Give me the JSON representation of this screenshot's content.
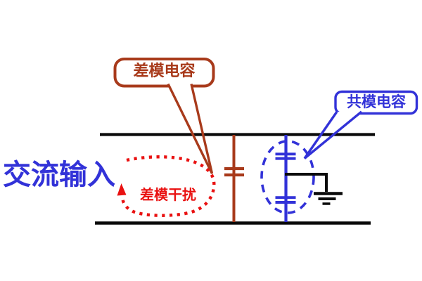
{
  "figure": {
    "type": "circuit-diagram",
    "description": "AC-input EMI filter schematic showing a differential-mode capacitor, two common-mode capacitors to ground, and a dotted differential-mode interference current loop"
  },
  "labels": {
    "ac_input": "交流输入",
    "dm_noise": "差模干扰",
    "dm_cap_callout": "差模电容",
    "cm_cap_callout": "共模电容"
  },
  "colors": {
    "wire": "#0a0a0a",
    "dark_red": "#a83a1b",
    "bright_red": "#e91111",
    "blue": "#3232d8",
    "bg": "#ffffff"
  },
  "components": [
    {
      "name": "top-wire",
      "type": "wire"
    },
    {
      "name": "bottom-wire",
      "type": "wire"
    },
    {
      "name": "dm-capacitor",
      "type": "capacitor",
      "color_key": "dark_red"
    },
    {
      "name": "cm-capacitor-upper",
      "type": "capacitor",
      "color_key": "blue"
    },
    {
      "name": "cm-capacitor-lower",
      "type": "capacitor",
      "color_key": "blue"
    },
    {
      "name": "cm-capacitor-ellipse",
      "type": "dashed-highlight-ellipse",
      "color_key": "blue"
    },
    {
      "name": "ground-symbol",
      "type": "earth-ground"
    },
    {
      "name": "dm-noise-loop",
      "type": "dotted-current-loop-arrow",
      "color_key": "bright_red"
    }
  ]
}
